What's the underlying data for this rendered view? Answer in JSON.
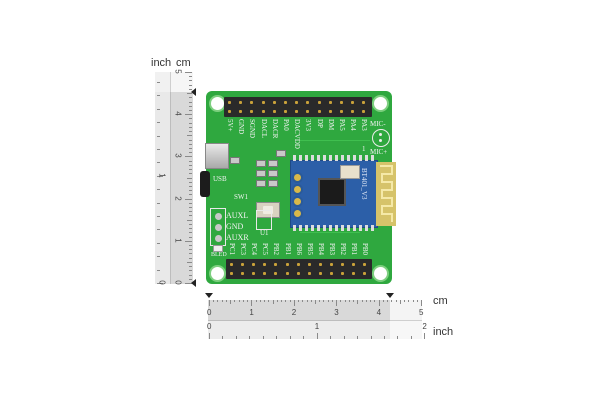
{
  "vertical_ruler": {
    "inch_label": "inch",
    "cm_label": "cm",
    "cm_ticks": [
      "0",
      "1",
      "2",
      "3",
      "4",
      "5"
    ],
    "inch_ticks": [
      "0",
      "1"
    ]
  },
  "horizontal_ruler": {
    "cm_label": "cm",
    "inch_label": "inch",
    "cm_ticks": [
      "0",
      "1",
      "2",
      "3",
      "4",
      "5"
    ],
    "inch_ticks": [
      "0",
      "1",
      "2"
    ]
  },
  "board": {
    "top_header_labels": [
      "5V+",
      "GND",
      "SGND",
      "DACL",
      "DACR",
      "PA0",
      "DACVDD",
      "3V3",
      "DP",
      "DM",
      "PA5",
      "PA4",
      "PA3"
    ],
    "bottom_header_labels": [
      "PC1",
      "PC3",
      "PC4",
      "PC5",
      "PB2",
      "PB1",
      "PB6",
      "PB5",
      "PB4",
      "PB3",
      "PB2",
      "PB1",
      "PB0"
    ],
    "left_labels": [
      "AUXL",
      "GND",
      "AUXR"
    ],
    "usb_label": "USB",
    "switch_label": "SW1",
    "u1_label": "U1",
    "led_label": "BLED",
    "mic_minus": "MIC-",
    "mic_plus": "MIC+",
    "module_label": "BT401_V3",
    "pin1_marker": "1"
  },
  "colors": {
    "pcb": "#2fa83f",
    "module": "#2c5fa8",
    "antenna": "#d6c36a",
    "header": "#2a2a2a"
  }
}
